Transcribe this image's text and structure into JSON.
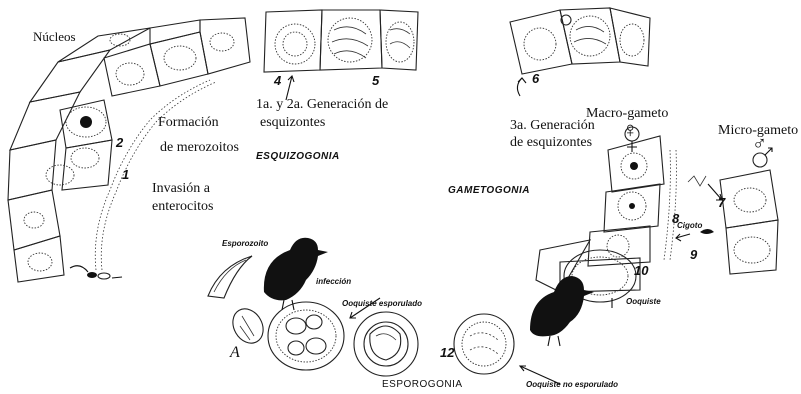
{
  "labels": {
    "nucleos": "Núcleos",
    "formacion": "Formación",
    "merozoitos": "de  merozoitos",
    "invasion_1": "Invasión a",
    "invasion_2": "enterocitos",
    "gen2_1": "1a. y 2a. Generación de",
    "gen2_2": "esquizontes",
    "gen3_1": "3a. Generación",
    "gen3_2": "de esquizontes",
    "macrogameto": "Macro-gameto",
    "microgameto": "Micro-gameto",
    "esquizogonia": "ESQUIZOGONIA",
    "gametogonia": "GAMETOGONIA",
    "esporogonia": "ESPOROGONIA",
    "esporozoito": "Esporozoito",
    "infeccion": "infección",
    "ooquiste_esporulado": "Ooquiste esporulado",
    "ooquiste_no_esporulado": "Ooquiste no esporulado",
    "ooquiste": "Ooquiste",
    "cigoto": "Cigoto",
    "female_symbol": "♀",
    "male_symbol": "♂"
  },
  "stage_numbers": {
    "n1": "1",
    "n2": "2",
    "n4": "4",
    "n5": "5",
    "n6": "6",
    "n7": "7",
    "n8": "8",
    "n9": "9",
    "n10": "10",
    "n12": "12",
    "nA": "A"
  }
}
